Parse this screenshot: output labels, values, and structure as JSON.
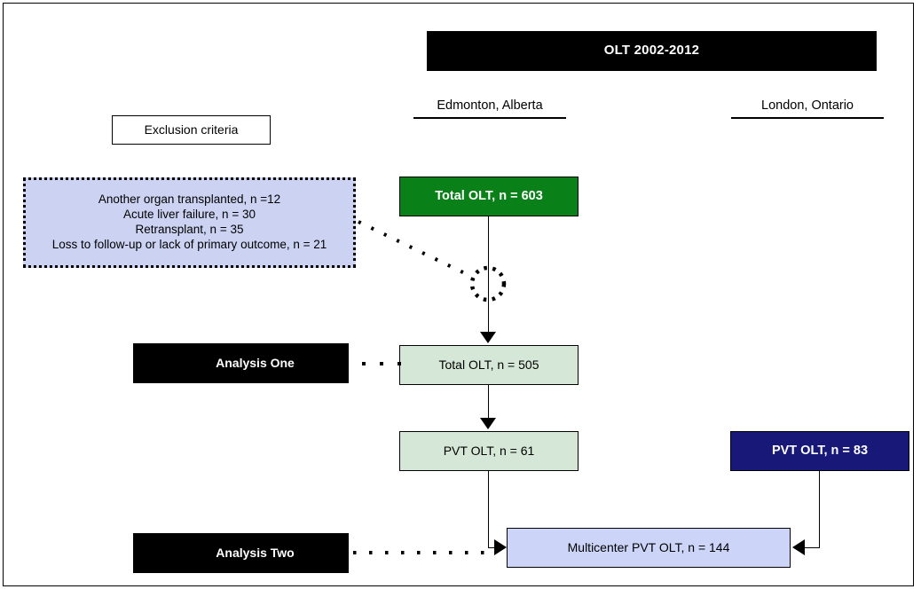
{
  "title_bar": {
    "label": "OLT 2002-2012"
  },
  "columns": [
    {
      "name": "edmonton",
      "label": "Edmonton, Alberta"
    },
    {
      "name": "london",
      "label": "London, Ontario"
    }
  ],
  "exclusion": {
    "header_label": "Exclusion criteria",
    "items": [
      "Another organ transplanted, n =12",
      "Acute liver failure, n = 30",
      "Retransplant, n = 35",
      "Loss to follow-up or lack of primary outcome, n = 21"
    ]
  },
  "nodes": {
    "total_olt_603": {
      "label": "Total OLT, n = 603"
    },
    "total_olt_505": {
      "label": "Total OLT, n = 505"
    },
    "pvt_olt_61": {
      "label": "PVT OLT, n = 61"
    },
    "pvt_olt_83": {
      "label": "PVT OLT, n = 83"
    },
    "multicenter_pvt_olt_144": {
      "label": "Multicenter PVT OLT, n = 144"
    }
  },
  "analyses": [
    {
      "name": "analysis-one",
      "label": "Analysis One"
    },
    {
      "name": "analysis-two",
      "label": "Analysis Two"
    }
  ],
  "colors": {
    "title_bar_bg": "#000000",
    "total_603_bg": "#0a8018",
    "light_green_bg": "#d5e7d6",
    "navy_bg": "#181878",
    "lavender_bg": "#ccd4f7",
    "exclusion_bg": "#ccd3f2",
    "analysis_bg": "#000000",
    "line": "#000000"
  }
}
